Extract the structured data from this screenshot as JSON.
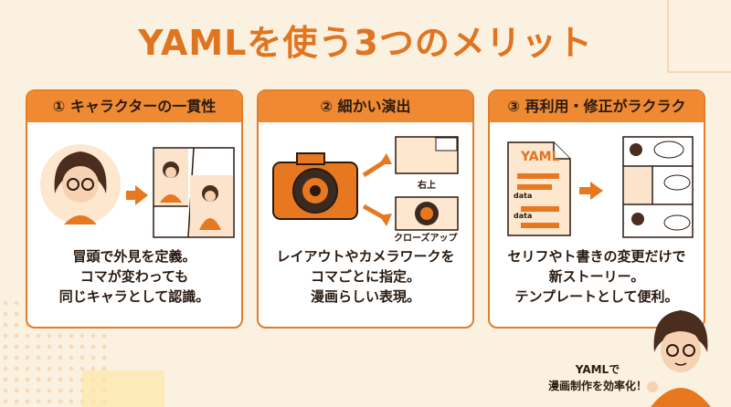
{
  "title": "YAMLを使う3つのメリット",
  "panels": [
    {
      "heading": "① キャラクターの一貫性",
      "lines": [
        "冒頭で外見を定義。",
        "コマが変わっても",
        "同じキャラとして認識。"
      ]
    },
    {
      "heading": "② 細かい演出",
      "lines": [
        "レイアウトやカメラワークを",
        "コマごとに指定。",
        "漫画らしい表現。"
      ],
      "labels": [
        "右上",
        "クローズアップ"
      ]
    },
    {
      "heading": "③ 再利用・修正がラクラク",
      "lines": [
        "セリフやト書きの変更だけで",
        "新ストーリー。",
        "テンプレートとして便利。"
      ],
      "doc_title": "YAML",
      "doc_labels": [
        "data",
        "data"
      ]
    }
  ],
  "note": [
    "YAMLで",
    "漫画制作を効率化！"
  ],
  "colors": {
    "accent": "#ef8a33",
    "title": "#e07520",
    "background": "#fbf1e1"
  }
}
